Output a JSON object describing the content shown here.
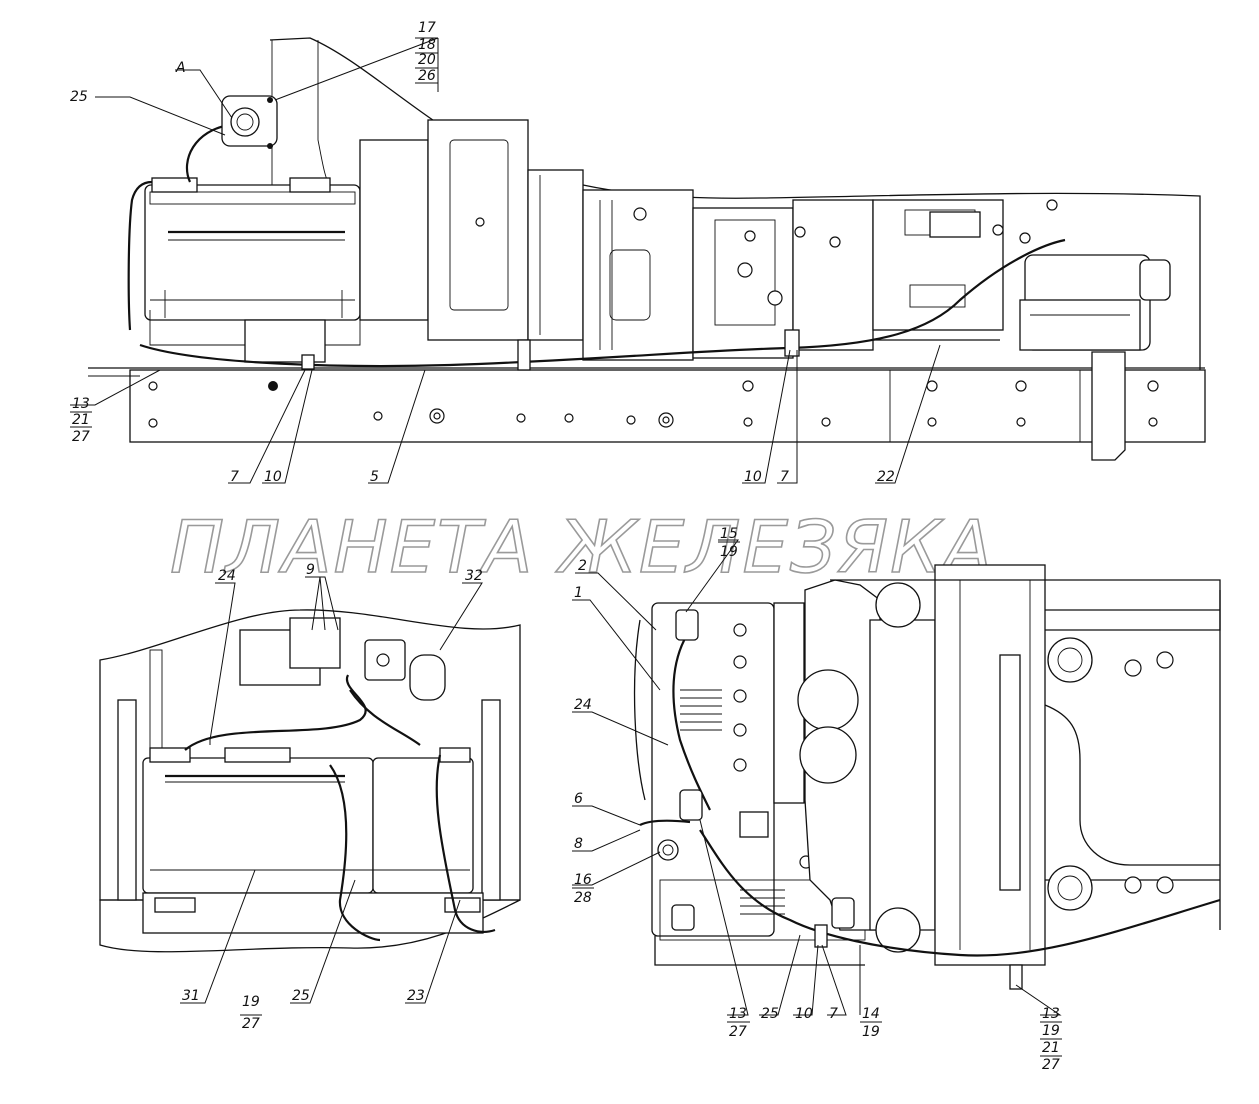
{
  "watermark": "ПЛАНЕТА ЖЕЛЕЗЯКА",
  "view_label": "A",
  "top_view": {
    "callouts": {
      "c25": "25",
      "c17": "17",
      "c18": "18",
      "c20": "20",
      "c26": "26",
      "c13": "13",
      "c21": "21",
      "c27": "27",
      "c7a": "7",
      "c10a": "10",
      "c5": "5",
      "c10b": "10",
      "c7b": "7",
      "c22": "22"
    }
  },
  "left_view": {
    "callouts": {
      "c24": "24",
      "c9": "9",
      "c32": "32",
      "c31": "31",
      "c19": "19",
      "c27": "27",
      "c25": "25",
      "c23": "23"
    }
  },
  "right_view": {
    "callouts": {
      "c15": "15",
      "c19a": "19",
      "c2": "2",
      "c1": "1",
      "c24": "24",
      "c6": "6",
      "c8": "8",
      "c16": "16",
      "c28": "28",
      "c13a": "13",
      "c27a": "27",
      "c25": "25",
      "c10": "10",
      "c7": "7",
      "c14": "14",
      "c19b": "19",
      "c13b": "13",
      "c19c": "19",
      "c21": "21",
      "c27b": "27"
    }
  }
}
